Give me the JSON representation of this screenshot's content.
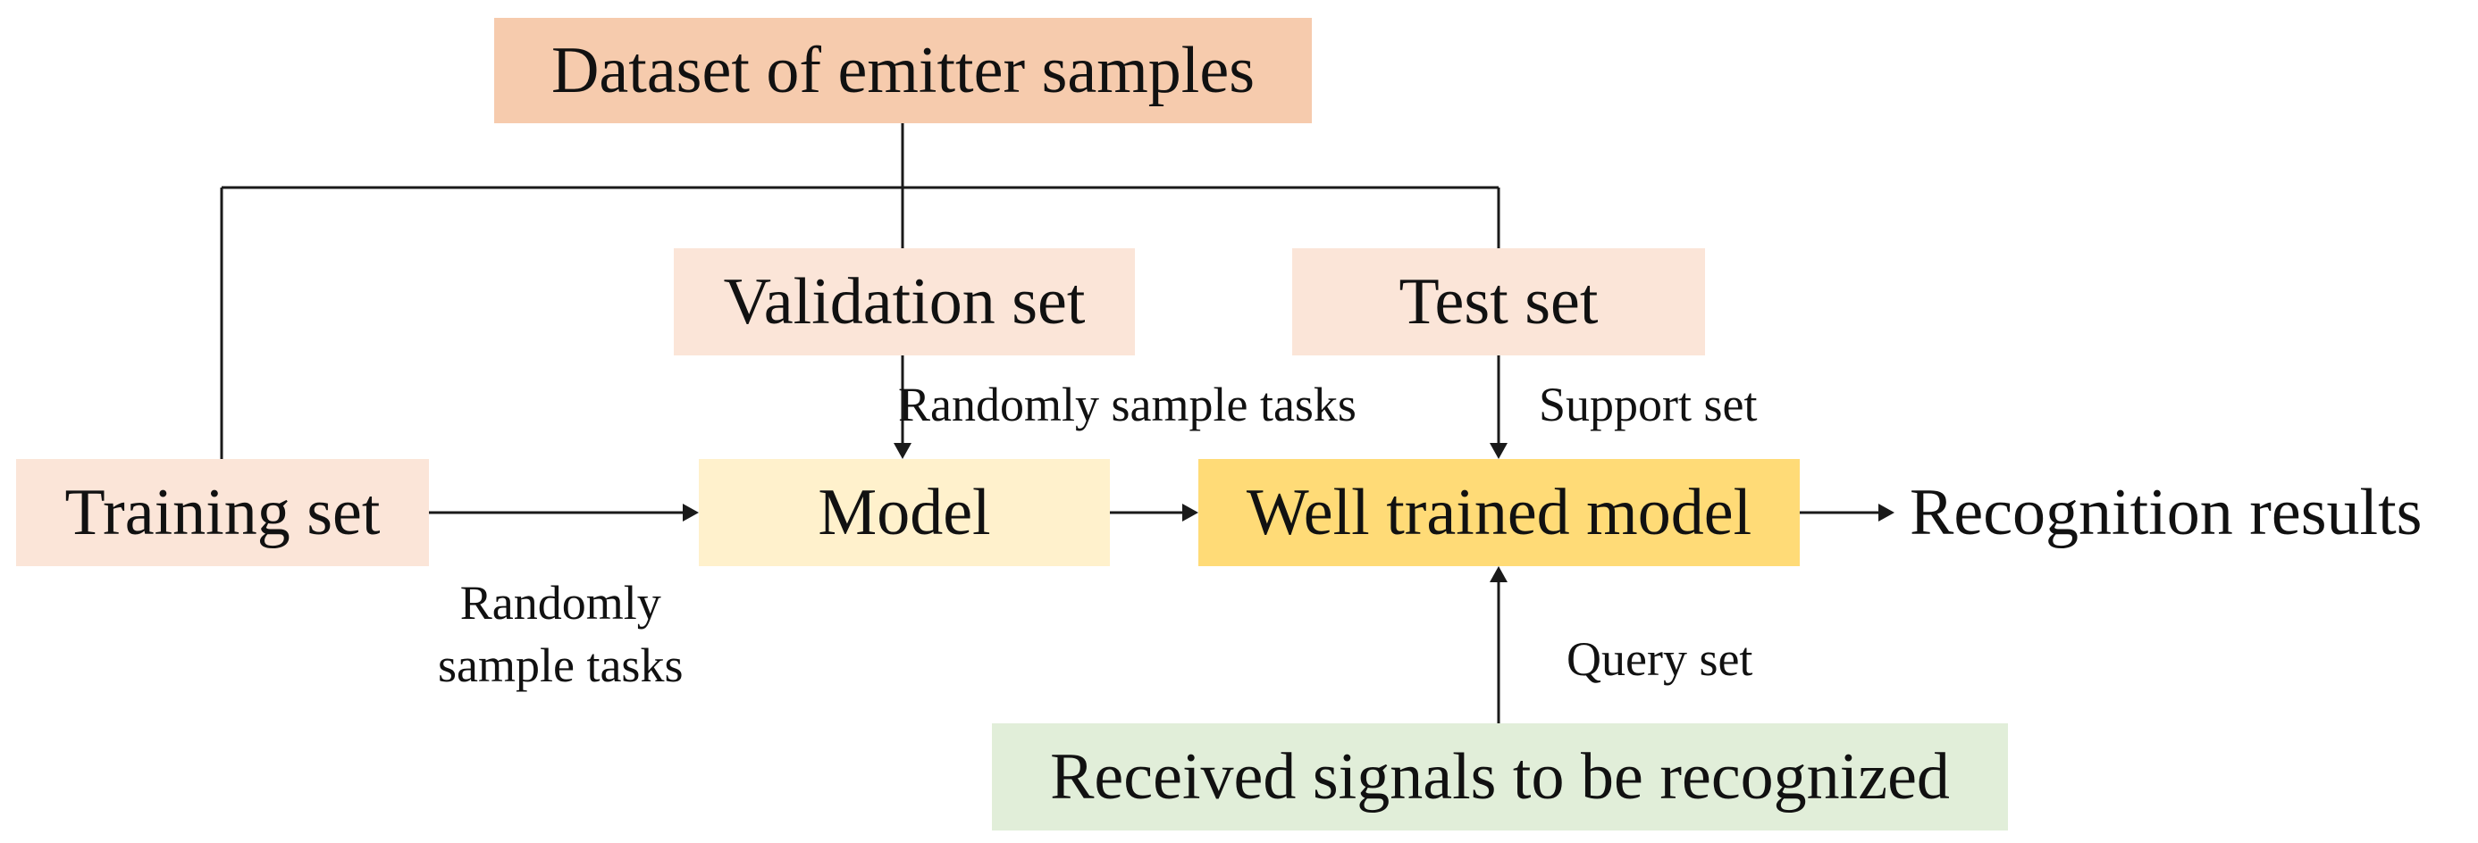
{
  "boxes": {
    "dataset": "Dataset of emitter samples",
    "validation": "Validation set",
    "test": "Test set",
    "training": "Training set",
    "model": "Model",
    "well_trained": "Well trained model",
    "received": "Received signals to be recognized",
    "results": "Recognition results"
  },
  "edge_labels": {
    "randomly_sample_tasks_top": "Randomly sample tasks",
    "support_set": "Support set",
    "randomly_sample_tasks_left_line1": "Randomly",
    "randomly_sample_tasks_left_line2": "sample tasks",
    "query_set": "Query set"
  },
  "colors": {
    "dataset_fill": "#F6CBAD",
    "validation_fill": "#FBE5D8",
    "test_fill": "#FBE5D8",
    "training_fill": "#FBE5D8",
    "model_fill": "#FFF1CC",
    "well_trained_fill": "#FFDB77",
    "received_fill": "#E1EED9",
    "line": "#1a1a1a"
  }
}
